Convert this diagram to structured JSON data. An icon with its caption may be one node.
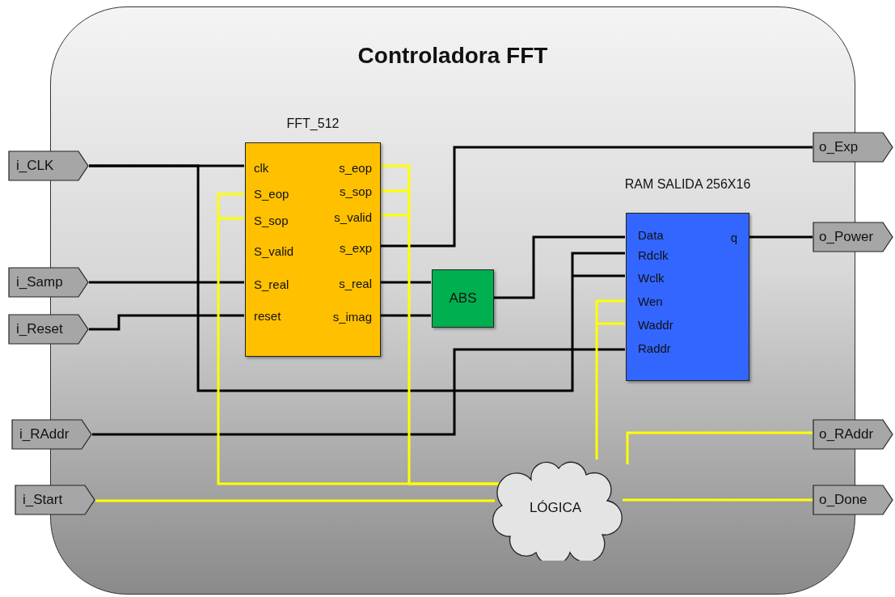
{
  "diagram": {
    "nodes": [
      {
        "text": [
          "Controladora FFT"
        ]
      },
      {
        "text": [
          "i_CLK"
        ]
      },
      {
        "text": [
          "i_Samp"
        ]
      },
      {
        "text": [
          "i_Reset"
        ]
      },
      {
        "text": [
          "i_RAddr"
        ]
      },
      {
        "text": [
          "i_Start"
        ]
      },
      {
        "text": [
          "FFT_512",
          "clk",
          "s_eop",
          "S_eop",
          "s_sop",
          "S_sop",
          "s_valid",
          "S_valid",
          "s_exp",
          "S_real",
          "s_real",
          "reset",
          "s_imag"
        ],
        "in": 0
      },
      {
        "text": [
          "ABS"
        ],
        "in": 0
      },
      {
        "text": [
          "RAM SALIDA 256X16",
          "Data",
          "q",
          "Rdclk",
          "Wclk",
          "Wen",
          "Waddr",
          "Raddr"
        ],
        "in": 0
      },
      {
        "text": [
          "LÓGICA"
        ],
        "in": 0
      },
      {
        "text": [
          "o_Exp"
        ]
      },
      {
        "text": [
          "o_Power"
        ]
      },
      {
        "text": [
          "o_RAddr"
        ]
      },
      {
        "text": [
          "o_Done"
        ]
      }
    ],
    "edges": [
      {
        "from": 1,
        "to": 6,
        "arrow": "none"
      },
      {
        "from": 1,
        "to": 8,
        "arrow": "none"
      },
      {
        "from": 2,
        "to": 6,
        "arrow": "none"
      },
      {
        "from": 3,
        "to": 6,
        "arrow": "none"
      },
      {
        "from": 6,
        "to": 10,
        "arrow": "none"
      },
      {
        "from": 6,
        "to": 7,
        "arrow": "none"
      },
      {
        "from": 6,
        "to": 7,
        "arrow": "none"
      },
      {
        "from": 7,
        "to": 8,
        "arrow": "none"
      },
      {
        "from": 8,
        "to": 11,
        "arrow": "none"
      },
      {
        "from": 4,
        "to": 8,
        "arrow": "none"
      },
      {
        "from": 5,
        "to": 9,
        "arrow": "none",
        "color": "#ffff00"
      },
      {
        "from": 6,
        "to": 9,
        "arrow": "none",
        "color": "#ffff00"
      },
      {
        "from": 9,
        "to": 6,
        "arrow": "none",
        "color": "#ffff00"
      },
      {
        "from": 9,
        "to": 8,
        "arrow": "none",
        "color": "#ffff00"
      },
      {
        "from": 9,
        "to": 12,
        "arrow": "none",
        "color": "#ffff00"
      },
      {
        "from": 9,
        "to": 13,
        "arrow": "none",
        "color": "#ffff00"
      }
    ]
  }
}
